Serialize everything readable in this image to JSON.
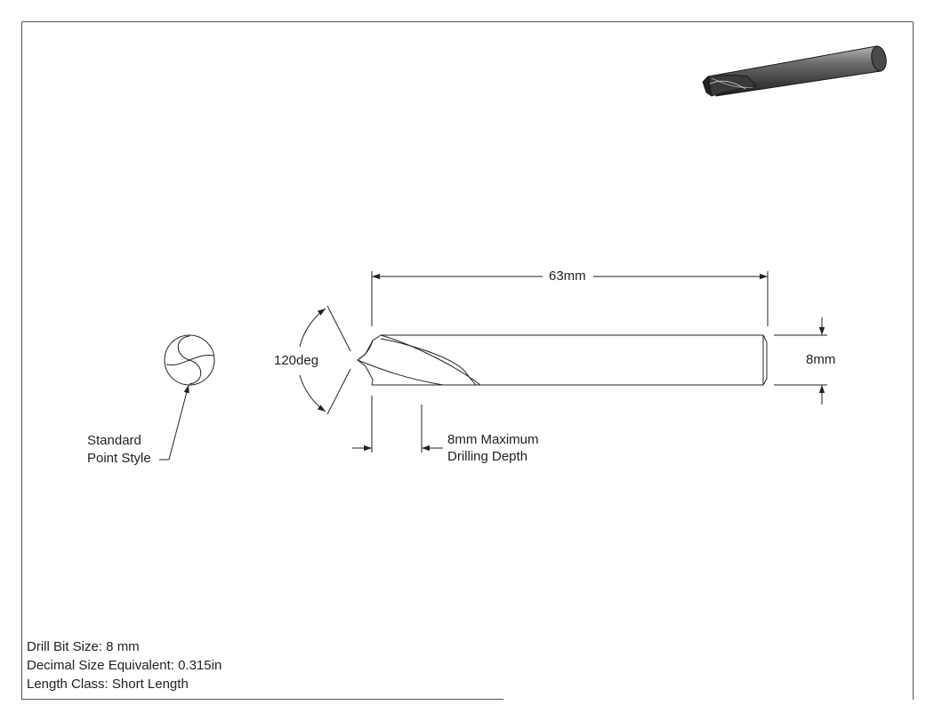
{
  "dimensions": {
    "overall_length": "63mm",
    "diameter": "8mm",
    "point_angle": "120deg",
    "depth_line1": "8mm Maximum",
    "depth_line2": "Drilling Depth"
  },
  "callout": {
    "line1": "Standard",
    "line2": "Point Style"
  },
  "info": {
    "size": "Drill Bit Size: 8 mm",
    "decimal": "Decimal Size Equivalent: 0.315in",
    "length_class": "Length Class: Short Length"
  },
  "colors": {
    "line": "#222222",
    "frame": "#555555",
    "render_dark": "#2a2a2a",
    "render_mid": "#6a6a6a",
    "render_light": "#b5b5b5"
  }
}
